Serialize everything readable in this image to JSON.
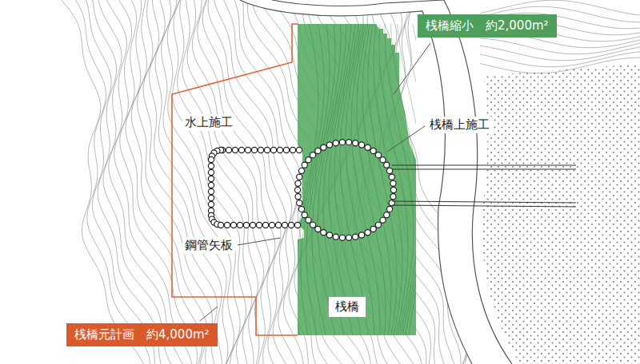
{
  "diagram": {
    "nodes": [
      {
        "text": [
          "桟橋縮小　約2,000m²"
        ]
      },
      {
        "text": [
          "桟橋"
        ]
      },
      {
        "text": [
          "桟橋元計画　約4,000m²"
        ]
      }
    ],
    "labels": [
      "水上施工",
      "桟橋上施工",
      "鋼管矢板"
    ]
  }
}
